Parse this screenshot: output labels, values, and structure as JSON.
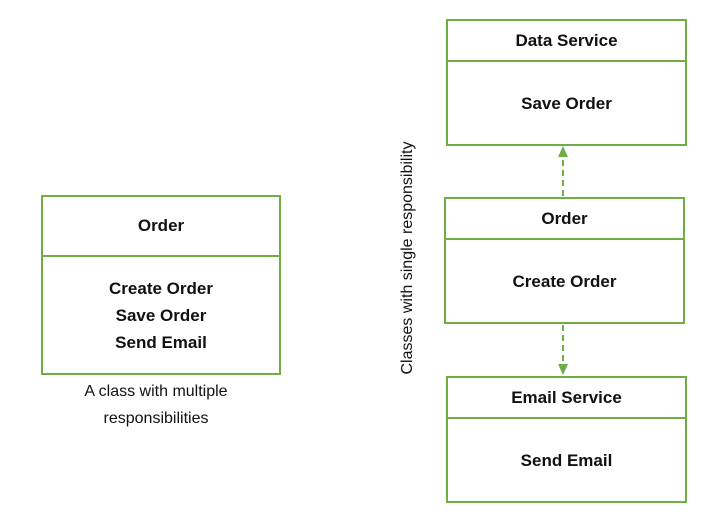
{
  "left_class": {
    "name": "Order",
    "methods": [
      "Create Order",
      "Save Order",
      "Send Email"
    ],
    "caption_line1": "A class with multiple",
    "caption_line2": "responsibilities"
  },
  "vertical_label": "Classes with single responsibility",
  "data_service": {
    "name": "Data Service",
    "method": "Save Order"
  },
  "order_class": {
    "name": "Order",
    "method": "Create Order"
  },
  "email_service": {
    "name": "Email Service",
    "method": "Send Email"
  },
  "colors": {
    "box_border": "#70ad47",
    "arrow": "#70ad47"
  }
}
